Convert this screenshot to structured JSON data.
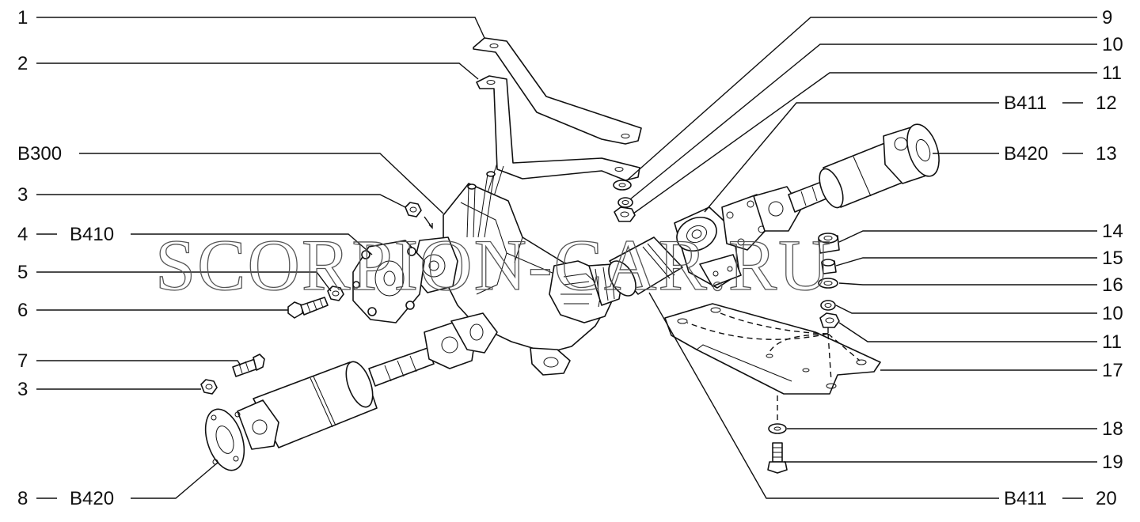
{
  "watermark": "SCORPION-CAR.RU",
  "callouts": {
    "n1": "1",
    "n2": "2",
    "n3a": "3",
    "n4": "4",
    "n5": "5",
    "n6": "6",
    "n7": "7",
    "n3b": "3",
    "n8": "8",
    "n9": "9",
    "n10a": "10",
    "n11a": "11",
    "n12": "12",
    "n13": "13",
    "n14": "14",
    "n15": "15",
    "n16": "16",
    "n10b": "10",
    "n11b": "11",
    "n17": "17",
    "n18": "18",
    "n19": "19",
    "n20": "20"
  },
  "codes": {
    "b300": "B300",
    "b410": "B410",
    "b420_left": "B420",
    "b411_top": "B411",
    "b420_right": "B420",
    "b411_bottom": "B411"
  }
}
